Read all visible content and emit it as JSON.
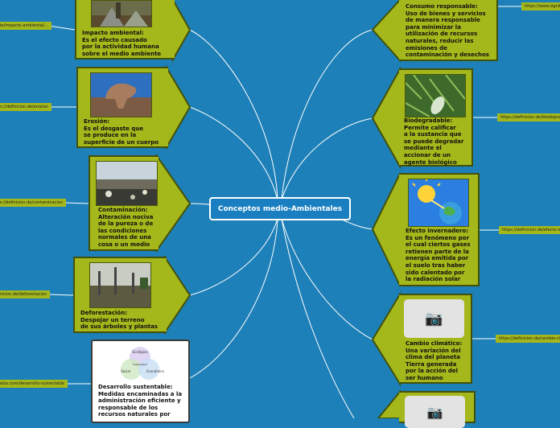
{
  "center": {
    "label": "Conceptos medio-Ambientales"
  },
  "left": [
    {
      "id": "impacto",
      "text": "Impacto ambiental:\nEs el efecto causado\npor la actividad humana\nsobre el medio ambiente",
      "link": ".../definicion.de/impacto-ambiental/"
    },
    {
      "id": "erosion",
      "text": "Erosión:\nEs el desgaste que\nse produce en la\nsuperficie de un cuerpo",
      "link": "https://definicion.de/erosion/"
    },
    {
      "id": "contaminacion",
      "text": "Contaminación:\nAlteración nociva\nde la pureza o de\nlas condiciones\nnormales de una\ncosa o un medio",
      "link": "https://definicion.de/contaminacion/"
    },
    {
      "id": "deforestacion",
      "text": "Deforestación:\nDespojar un terreno\n de sus árboles y plantas",
      "link": "https://definicion.de/deforestacion/"
    },
    {
      "id": "sustentable",
      "text": "Desarrollo sustentable:\nMedidas encaminadas a la\nadministración eficiente y\nresponsable de los\nrecursos naturales por",
      "link": "https://www.significados.com/desarrollo-sustentable/"
    }
  ],
  "right": [
    {
      "id": "consumo",
      "text": "Consumo responsable:\nUso de bienes y servicios\nde manera responsable\npara minimizar la\nutilización de recursos\nnaturales, reducir las\nemisiones de\n contaminación y desechos",
      "link": "https://www.significados.com/consumo-responsable/"
    },
    {
      "id": "biodegradable",
      "text": "Biodegradable:\nPermite calificar\na la sustancia que\nse puede degradar\nmediante el\naccionar de un\nagente biológico",
      "link": "https://definicion.de/biodegradable/"
    },
    {
      "id": "invernadero",
      "text": "Efecto invernadero:\nEs un fenómeno por\nel cual ciertos gases\nretienen parte de la\nenergía emitida por\nel suelo tras haber\nsido calentado por\nla radiación solar",
      "link": "https://definicion.de/efecto-invernadero/"
    },
    {
      "id": "climatico",
      "text": "Cambio climático:\nUna variación del\nclima del planeta\nTierra generada\npor la acción del\nser humano",
      "link": "https://definicion.de/cambio-climatico/"
    },
    {
      "id": "extra",
      "text": "",
      "link": ""
    }
  ],
  "venn": {
    "top": "Ecológico",
    "left": "Social",
    "right": "Económico",
    "center": "Sustentable"
  },
  "colors": {
    "background": "#1d80b8",
    "card": "#a4b71b",
    "line": "#ffffff"
  }
}
